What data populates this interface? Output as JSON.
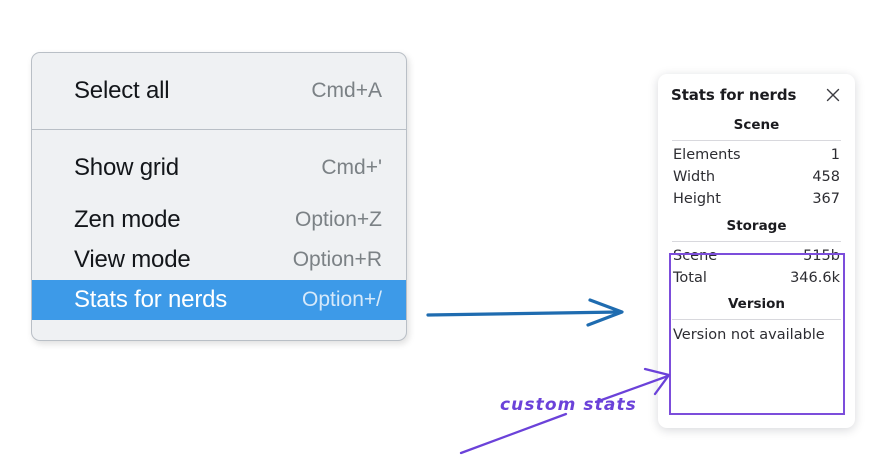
{
  "context_menu": {
    "name": "canvas-context-menu",
    "groups": [
      {
        "items": [
          {
            "label": "Select all",
            "shortcut": "Cmd+A",
            "selected": false
          }
        ]
      },
      {
        "items": [
          {
            "label": "Show grid",
            "shortcut": "Cmd+'",
            "selected": false
          },
          {
            "label": "Zen mode",
            "shortcut": "Option+Z",
            "selected": false
          },
          {
            "label": "View mode",
            "shortcut": "Option+R",
            "selected": false
          },
          {
            "label": "Stats for nerds",
            "shortcut": "Option+/",
            "selected": true
          }
        ]
      }
    ]
  },
  "stats_panel": {
    "title": "Stats for nerds",
    "close_icon": "close-icon",
    "sections": [
      {
        "heading": "Scene",
        "rows": [
          {
            "label": "Elements",
            "value": "1"
          },
          {
            "label": "Width",
            "value": "458"
          },
          {
            "label": "Height",
            "value": "367"
          }
        ]
      },
      {
        "heading": "Storage",
        "rows": [
          {
            "label": "Scene",
            "value": "515b"
          },
          {
            "label": "Total",
            "value": "346.6k"
          }
        ]
      },
      {
        "heading": "Version",
        "note": "Version not available"
      }
    ]
  },
  "annotations": {
    "label": "custom stats",
    "blue_arrow_name": "blue-arrow-menu-to-panel",
    "purple_arrow_name": "purple-arrow-to-version",
    "purple_line_name": "purple-underline-stroke"
  },
  "colors": {
    "menu_background": "#eff1f3",
    "menu_border": "#b9bfc6",
    "selection_blue": "#3d9ae8",
    "annotation_blue": "#1f6cb0",
    "annotation_purple": "#6b42d9",
    "highlight_purple": "#7c4ddb",
    "panel_background": "#ffffff"
  }
}
